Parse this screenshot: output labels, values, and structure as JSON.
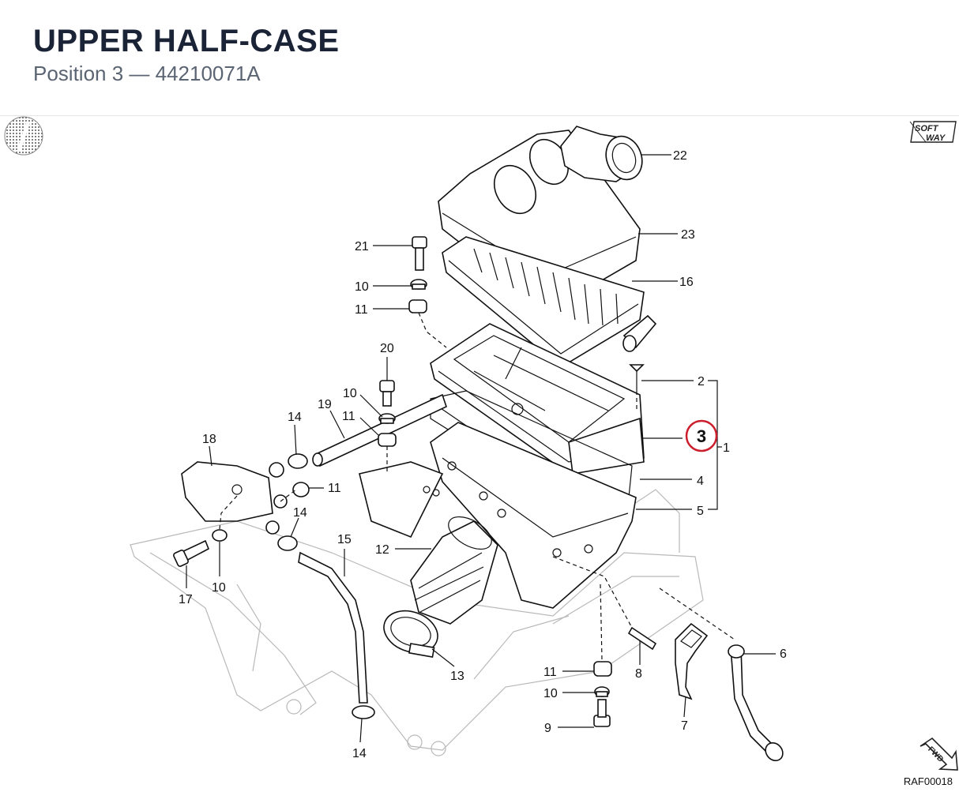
{
  "header": {
    "title": "UPPER HALF-CASE",
    "subtitle": "Position 3 — 44210071A"
  },
  "diagram": {
    "highlight_color": "#cc1f2d",
    "highlighted_label": "3",
    "brand_logo": "SOFT WAY",
    "fwd_badge": "FWD",
    "reference_code": "RAF00018",
    "labels": {
      "l22": "22",
      "l23": "23",
      "l16": "16",
      "l21": "21",
      "l10a": "10",
      "l11a": "11",
      "l20": "20",
      "l10b": "10",
      "l11b": "11",
      "l19": "19",
      "l14a": "14",
      "l18": "18",
      "l11c": "11",
      "l14b": "14",
      "l17": "17",
      "l10c": "10",
      "l15": "15",
      "l12": "12",
      "l13": "13",
      "l14c": "14",
      "l2": "2",
      "l1": "1",
      "l4": "4",
      "l5": "5",
      "l6": "6",
      "l7": "7",
      "l8": "8",
      "l11d": "11",
      "l10d": "10",
      "l9": "9"
    }
  }
}
